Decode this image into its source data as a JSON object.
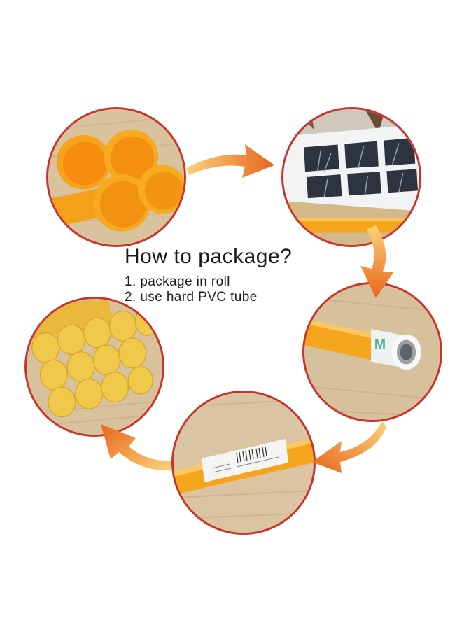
{
  "heading": "How to package?",
  "steps": [
    "1. package in roll",
    "2. use hard PVC tube"
  ],
  "icons": {
    "photo_1": "pvc-tubes-icon",
    "photo_2": "window-mural-print-icon",
    "photo_3": "rolled-print-icon",
    "photo_4": "labeled-tube-icon",
    "photo_5": "stacked-tubes-icon",
    "arrow_1": "curved-arrow-right-icon",
    "arrow_2": "curved-arrow-down-icon",
    "arrow_3": "curved-arrow-down-left-icon",
    "arrow_4": "curved-arrow-left-icon"
  },
  "colors": {
    "circle_border": "#c8342a",
    "tube_orange": "#f6a21a",
    "tube_yellow": "#efc640",
    "arrow_light": "#fbd27a",
    "arrow_dark": "#e8661b",
    "wood": "#dcc7a6",
    "text": "#1a1a1a"
  }
}
